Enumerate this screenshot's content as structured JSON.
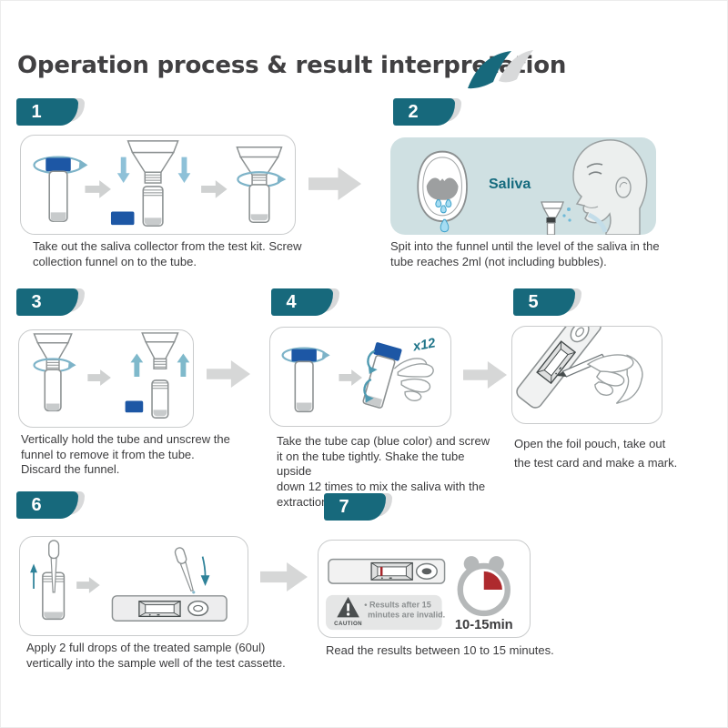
{
  "title": "Operation process & result interpretation",
  "colors": {
    "teal": "#17697c",
    "cap_blue": "#1d57a5",
    "panel2_bg": "#cfe0e2",
    "alert_red": "#ae2a2e",
    "arrow_gray": "#d6d7d7"
  },
  "steps": [
    {
      "number": "1",
      "caption": "Take out the saliva collector from the test kit. Screw\ncollection funnel on to the tube."
    },
    {
      "number": "2",
      "caption": "Spit into the funnel until the level of the saliva in the\ntube reaches 2ml (not including bubbles).",
      "saliva_label": "Saliva"
    },
    {
      "number": "3",
      "caption": "Vertically hold the tube and unscrew the\nfunnel to remove it from the tube.\nDiscard the funnel."
    },
    {
      "number": "4",
      "caption": "Take the tube cap (blue color) and screw\nit on the tube tightly. Shake the tube upside\ndown 12 times to mix the saliva with the\nextraction solution.",
      "shake_count_label": "x12"
    },
    {
      "number": "5",
      "caption": "Open the foil pouch, take out\nthe test card and make a mark."
    },
    {
      "number": "6",
      "caption": "Apply 2 full drops of the treated sample (60ul)\nvertically into the sample well of the test cassette."
    },
    {
      "number": "7",
      "caption": "Read the results between 10 to 15 minutes.",
      "caution_label": "CAUTION",
      "caution_note_line1": "• Results after 15",
      "caution_note_line2": "minutes are invalid.",
      "timer_label": "10-15min"
    }
  ]
}
